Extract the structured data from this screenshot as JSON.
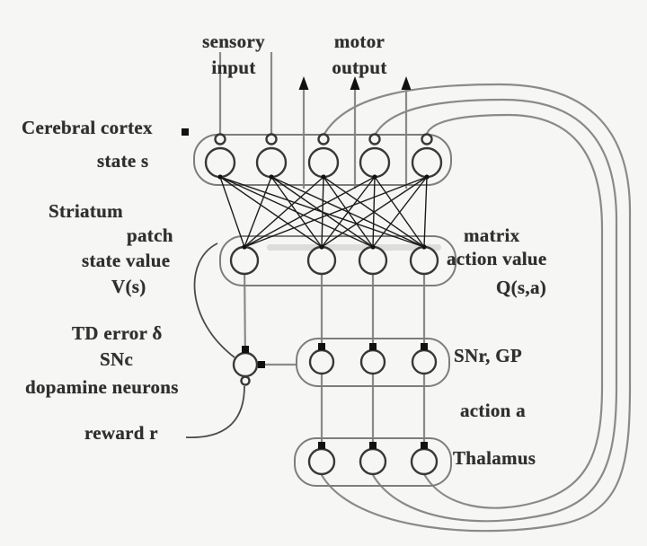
{
  "figure": {
    "labels": {
      "sensory_input": "sensory\ninput",
      "motor_output": "motor\noutput",
      "cerebral_cortex": "Cerebral cortex",
      "state_s": "state s",
      "striatum": "Striatum",
      "patch": "patch",
      "state_value": "state value",
      "v_s": "V(s)",
      "matrix": "matrix",
      "action_value": "action value",
      "q_sa": "Q(s,a)",
      "td_error": "TD error δ",
      "snc": "SNc",
      "dopamine_neurons": "dopamine neurons",
      "reward_r": "reward r",
      "snr_gp": "SNr, GP",
      "action_a": "action a",
      "thalamus": "Thalamus"
    },
    "network": {
      "cortex_neurons": 5,
      "striatum_neurons": 4,
      "striatum_patch_neurons": 1,
      "striatum_matrix_neurons": 3,
      "snc_neurons": 1,
      "snr_gp_neurons": 3,
      "thalamus_neurons": 3,
      "feedback_loops": 3,
      "sensory_input_lines": 2,
      "motor_output_arrows": 3
    },
    "colors": {
      "background": "#f6f6f4",
      "line_gray": "#8a8a8a",
      "box_outline": "#7d7d7d",
      "neuron_outline": "#383838",
      "fan_line": "#1c1c1c",
      "synapse_black": "#111111",
      "text": "#2f2f2f",
      "striatum_inner_bar": "#c9c9c9"
    }
  }
}
